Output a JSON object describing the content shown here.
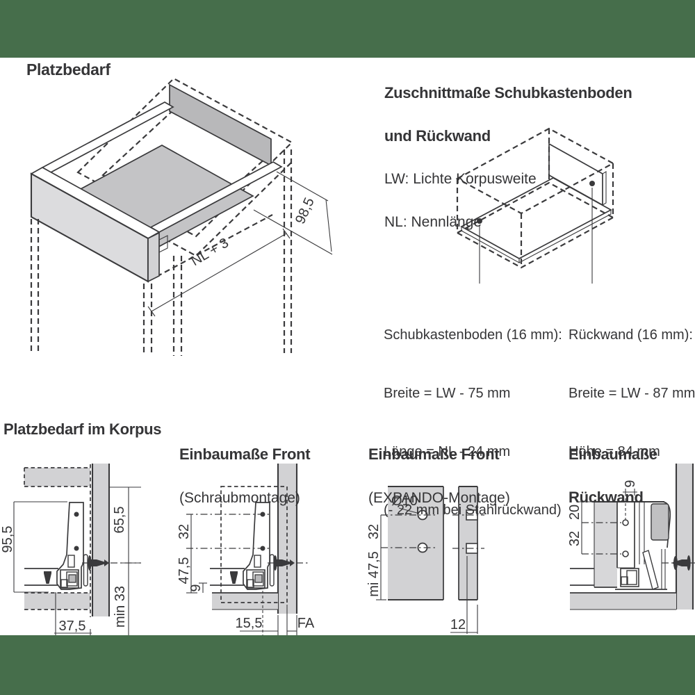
{
  "colors": {
    "band": "#466E4B",
    "panel": "#d2d2d4",
    "line": "#3a3a3c"
  },
  "top_left": {
    "title": "Platzbedarf",
    "dim_height": "98,5",
    "dim_length": "NL + 3"
  },
  "top_right": {
    "title1": "Zuschnittmaße Schubkastenboden",
    "title2": "und Rückwand",
    "legend1": "LW: Lichte Korpusweite",
    "legend2": "NL: Nennlänge",
    "boden_heading": "Schubkastenboden (16 mm):",
    "boden_line1": "Breite = LW - 75 mm",
    "boden_line2": "Länge = NL - 24 mm",
    "boden_line3": "(- 22 mm bei Stahlrückwand)",
    "rueckwand_heading": "Rückwand (16 mm):",
    "rueckwand_line1": "Breite = LW - 87 mm",
    "rueckwand_line2": "Höhe = 84 mm"
  },
  "korpus": {
    "title": "Platzbedarf im Korpus",
    "dim_955": "95,5",
    "dim_655": "65,5",
    "dim_min33": "min 33",
    "dim_375": "37,5"
  },
  "schraub": {
    "title": "Einbaumaße Front",
    "subtitle": "(Schraubmontage)",
    "dim_32": "32",
    "dim_475": "47,5",
    "dim_9": "9",
    "dim_155": "15,5",
    "dim_fa": "FA"
  },
  "expando": {
    "title": "Einbaumaße Front",
    "subtitle": "(EXPANDO-Montage)",
    "dim_dia": "Ø10",
    "dim_32": "32",
    "dim_475": "mi 47,5",
    "dim_12": "12"
  },
  "rueckwand": {
    "title1": "Einbaumaße",
    "title2": "Rückwand",
    "dim_9": "9",
    "dim_20": "20",
    "dim_32": "32"
  }
}
